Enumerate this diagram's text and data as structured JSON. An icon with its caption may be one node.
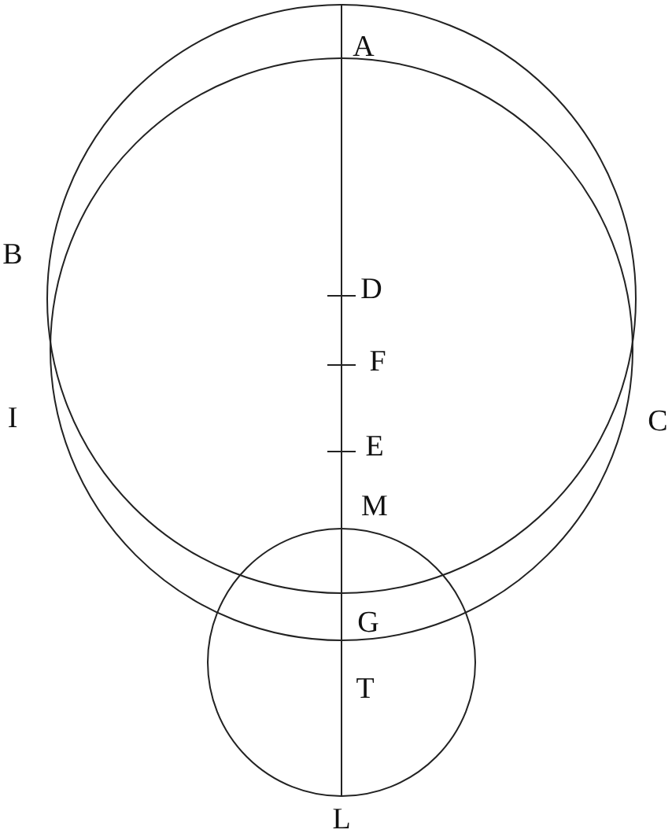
{
  "diagram": {
    "labels": [
      "A",
      "B",
      "D",
      "F",
      "I",
      "C",
      "E",
      "M",
      "G",
      "T",
      "L"
    ]
  }
}
